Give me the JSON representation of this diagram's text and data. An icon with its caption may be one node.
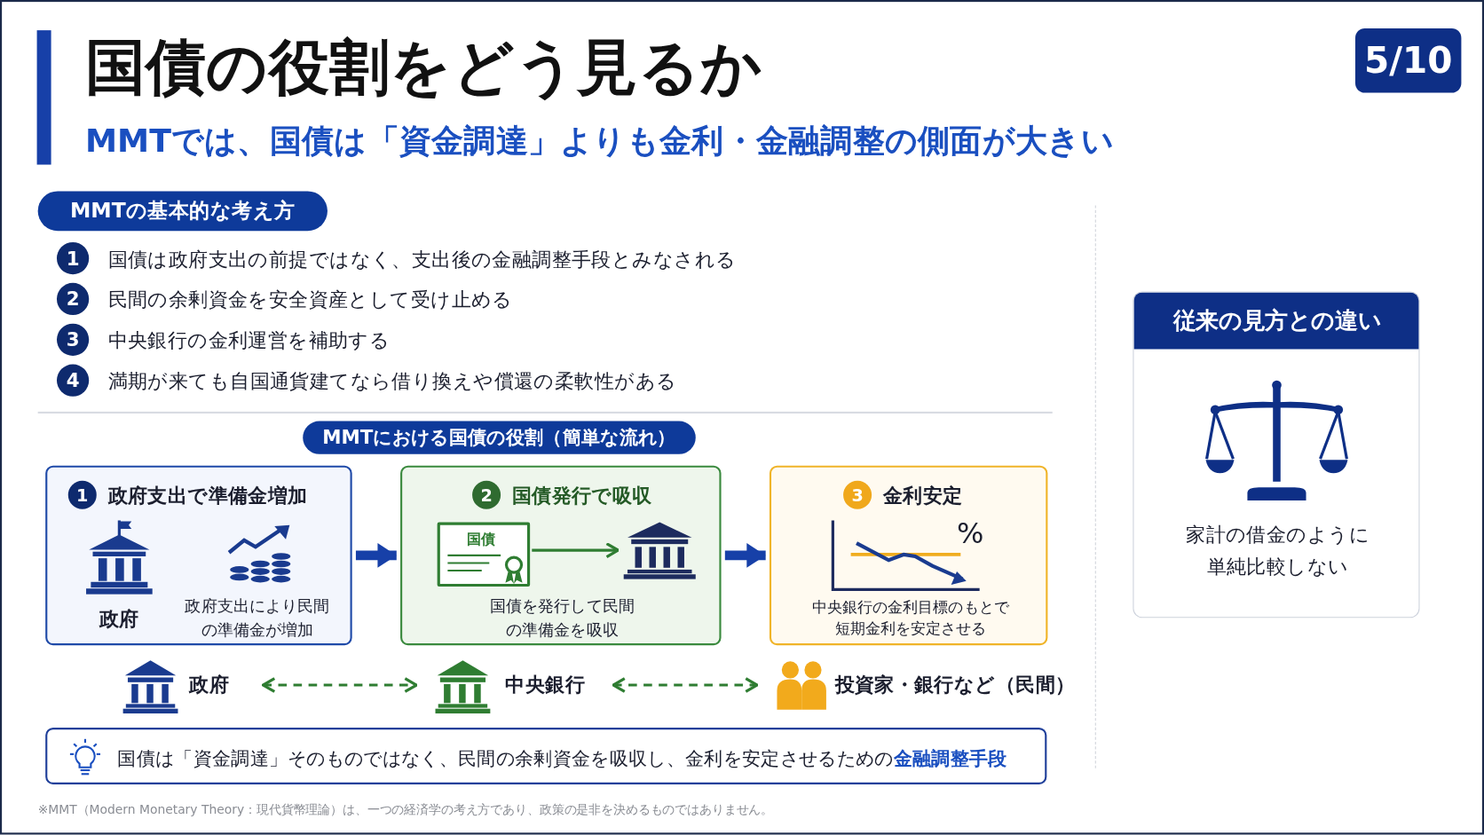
{
  "diagram": {
    "title": "国債の役割をどう見るか",
    "caption": "※MMT（Modern Monetary Theory：現代貨幣理論）は、一つの経済学の考え方であり、政策の是非を決めるものではありません。",
    "nodes": [
      {
        "text": [
          "1",
          "政府支出で準備金増加",
          "政府",
          "政府支出により民間の準備金が増加"
        ]
      },
      {
        "text": [
          "2",
          "国債発行で吸収",
          "国債を発行して民間の準備金を吸収"
        ]
      },
      {
        "text": [
          "国債"
        ],
        "in": 1
      },
      {
        "text": [],
        "shape": "building",
        "in": 1
      },
      {
        "text": [
          "3",
          "金利安定",
          "%",
          "中央銀行の金利目標のもとで短期金利を安定させる"
        ]
      },
      {
        "text": [
          "政府"
        ]
      },
      {
        "text": [
          "中央銀行"
        ]
      },
      {
        "text": [
          "投資家・銀行など（民間）"
        ]
      },
      {
        "text": [
          "国債は「資金調達」そのものではなく、民間の余剰資金を吸収し、金利を安定させるための**金融調整手段**"
        ]
      },
      {
        "text": [
          "従来の見方との違い",
          "家計の借金のように単純比較しない"
        ]
      }
    ],
    "edges": [
      {
        "from": 0,
        "to": 1,
        "arrow": "to",
        "style": "thick",
        "color": "#1740a8"
      },
      {
        "from": 1,
        "to": 4,
        "arrow": "to",
        "style": "thick",
        "color": "#1740a8"
      },
      {
        "from": 2,
        "to": 3,
        "arrow": "to",
        "color": "#2f7d32"
      },
      {
        "from": 5,
        "to": 6,
        "arrow": "both",
        "style": "dashed",
        "color": "#2f7d32"
      },
      {
        "from": 6,
        "to": 7,
        "arrow": "both",
        "style": "dashed",
        "color": "#2f7d32"
      }
    ],
    "labels": [
      "MMTでは、国債は「資金調達」よりも金利・金融調整の側面が大きい",
      "5/10",
      "MMTの基本的な考え方",
      "1",
      "国債は政府支出の前提ではなく、支出後の金融調整手段とみなされる",
      "2",
      "民間の余剰資金を安全資産として受け止める",
      "3",
      "中央銀行の金利運営を補助する",
      "4",
      "満期が来ても自国通貨建てなら借り換えや償還の柔軟性がある",
      "MMTにおける国債の役割（簡単な流れ）"
    ]
  }
}
